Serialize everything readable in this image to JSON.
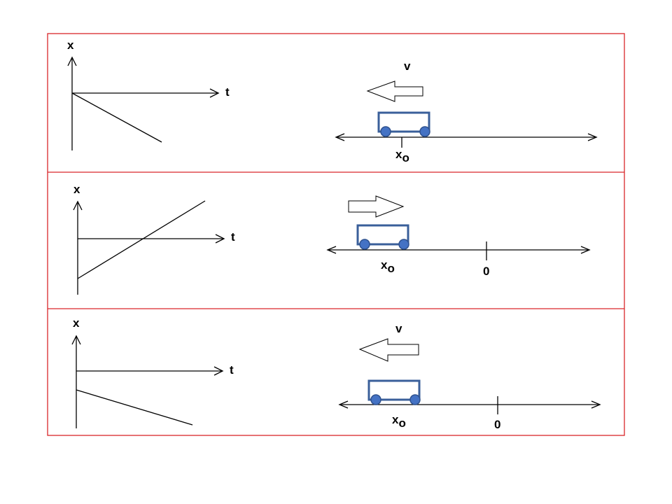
{
  "colors": {
    "frame": "#d9262a",
    "line": "#000000",
    "cart_stroke": "#3a5f9a",
    "wheel_fill": "#4472c4",
    "wheel_stroke": "#2f528f"
  },
  "panels": [
    {
      "graph": {
        "y_axis_label": "x",
        "x_axis_label": "t"
      },
      "track": {
        "velocity_label": "v",
        "position_label": "x",
        "position_subscript": "o",
        "origin_label": ""
      }
    },
    {
      "graph": {
        "y_axis_label": "x",
        "x_axis_label": "t"
      },
      "track": {
        "velocity_label": "",
        "position_label": "x",
        "position_subscript": "o",
        "origin_label": "0"
      }
    },
    {
      "graph": {
        "y_axis_label": "x",
        "x_axis_label": "t"
      },
      "track": {
        "velocity_label": "v",
        "position_label": "x",
        "position_subscript": "o",
        "origin_label": "0"
      }
    }
  ]
}
